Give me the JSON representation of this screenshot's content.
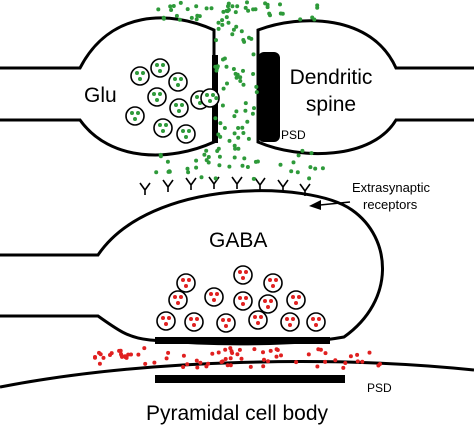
{
  "labels": {
    "glu": "Glu",
    "dendritic": "Dendritic",
    "spine": "spine",
    "psd_top": "PSD",
    "extrasynaptic_line1": "Extrasynaptic",
    "extrasynaptic_line2": "receptors",
    "gaba": "GABA",
    "psd_bottom": "PSD",
    "pyramidal": "Pyramidal cell body"
  },
  "colors": {
    "outline": "#000000",
    "glutamate": "#2e9a3a",
    "gaba": "#e02020"
  }
}
